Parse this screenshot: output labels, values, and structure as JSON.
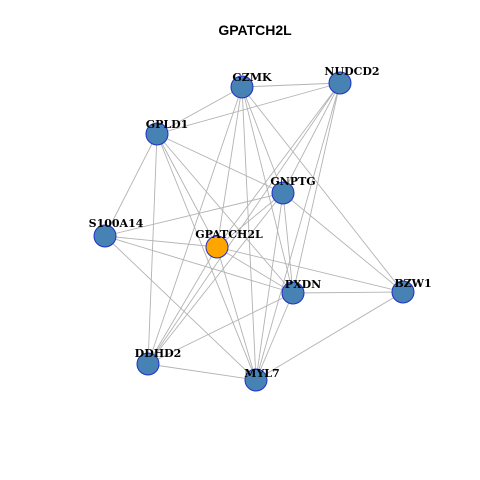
{
  "title": "GPATCH2L",
  "colors": {
    "node": "#4682b4",
    "focus_node": "#ffa500",
    "node_border": "#1f2fc8",
    "edge": "#b3b3b3"
  },
  "nodes": [
    {
      "id": "GZMK",
      "label": "GZMK"
    },
    {
      "id": "NUDCD2",
      "label": "NUDCD2"
    },
    {
      "id": "GPLD1",
      "label": "GPLD1"
    },
    {
      "id": "GNPTG",
      "label": "GNPTG"
    },
    {
      "id": "S100A14",
      "label": "S100A14"
    },
    {
      "id": "GPATCH2L",
      "label": "GPATCH2L",
      "focus": true
    },
    {
      "id": "PXDN",
      "label": "PXDN"
    },
    {
      "id": "BZW1",
      "label": "BZW1"
    },
    {
      "id": "DDHD2",
      "label": "DDHD2"
    },
    {
      "id": "MYL7",
      "label": "MYL7"
    }
  ],
  "edges": [
    [
      "GZMK",
      "NUDCD2"
    ],
    [
      "GZMK",
      "GPLD1"
    ],
    [
      "GZMK",
      "GNPTG"
    ],
    [
      "GZMK",
      "GPATCH2L"
    ],
    [
      "GZMK",
      "PXDN"
    ],
    [
      "GZMK",
      "BZW1"
    ],
    [
      "GZMK",
      "DDHD2"
    ],
    [
      "GZMK",
      "MYL7"
    ],
    [
      "NUDCD2",
      "GPLD1"
    ],
    [
      "NUDCD2",
      "GNPTG"
    ],
    [
      "NUDCD2",
      "GPATCH2L"
    ],
    [
      "NUDCD2",
      "PXDN"
    ],
    [
      "NUDCD2",
      "DDHD2"
    ],
    [
      "NUDCD2",
      "MYL7"
    ],
    [
      "GPLD1",
      "S100A14"
    ],
    [
      "GPLD1",
      "GNPTG"
    ],
    [
      "GPLD1",
      "GPATCH2L"
    ],
    [
      "GPLD1",
      "PXDN"
    ],
    [
      "GPLD1",
      "DDHD2"
    ],
    [
      "GPLD1",
      "MYL7"
    ],
    [
      "GNPTG",
      "S100A14"
    ],
    [
      "GNPTG",
      "GPATCH2L"
    ],
    [
      "GNPTG",
      "PXDN"
    ],
    [
      "GNPTG",
      "BZW1"
    ],
    [
      "GNPTG",
      "DDHD2"
    ],
    [
      "GNPTG",
      "MYL7"
    ],
    [
      "S100A14",
      "GPATCH2L"
    ],
    [
      "S100A14",
      "PXDN"
    ],
    [
      "S100A14",
      "MYL7"
    ],
    [
      "GPATCH2L",
      "PXDN"
    ],
    [
      "GPATCH2L",
      "BZW1"
    ],
    [
      "GPATCH2L",
      "DDHD2"
    ],
    [
      "GPATCH2L",
      "MYL7"
    ],
    [
      "PXDN",
      "BZW1"
    ],
    [
      "PXDN",
      "DDHD2"
    ],
    [
      "PXDN",
      "MYL7"
    ],
    [
      "BZW1",
      "MYL7"
    ],
    [
      "DDHD2",
      "MYL7"
    ]
  ]
}
